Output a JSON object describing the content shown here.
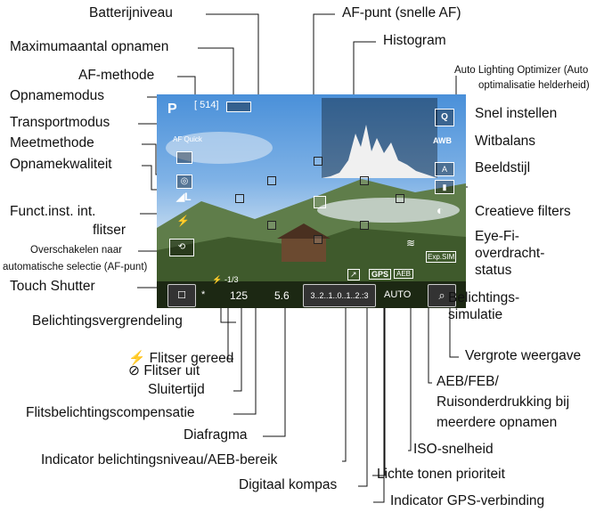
{
  "labels": {
    "batterijniveau": "Batterijniveau",
    "max_opnamen": "Maximumaantal opnamen",
    "af_methode": "AF-methode",
    "opnamemodus": "Opnamemodus",
    "transportmodus": "Transportmodus",
    "meetmethode": "Meetmethode",
    "opnamekwaliteit": "Opnamekwaliteit",
    "funct_inst_1": "Funct.inst. int.",
    "funct_inst_2": "flitser",
    "overschakelen_1": "Overschakelen naar",
    "overschakelen_2": "automatische selectie (AF-punt)",
    "touch_shutter": "Touch Shutter",
    "belichtingsvergrendeling": "Belichtingsvergrendeling",
    "flitser_gereed": "Flitser gereed",
    "flitser_uit": "Flitser uit",
    "sluitertijd": "Sluitertijd",
    "flitsbelichtingscompensatie": "Flitsbelichtingscompensatie",
    "diafragma": "Diafragma",
    "indicator_belichting": "Indicator belichtingsniveau/AEB-bereik",
    "digitaal_kompas": "Digitaal kompas",
    "af_punt": "AF-punt (snelle AF)",
    "histogram": "Histogram",
    "alo_1": "Auto Lighting Optimizer (Auto",
    "alo_2": "optimalisatie helderheid)",
    "snel_instellen": "Snel instellen",
    "witbalans": "Witbalans",
    "beeldstijl": "Beeldstijl",
    "creatieve_filters": "Creatieve filters",
    "eyefi_1": "Eye-Fi-",
    "eyefi_2": "overdracht-",
    "eyefi_3": "status",
    "belichtingssimulatie_1": "Belichtings-",
    "belichtingssimulatie_2": "simulatie",
    "vergrote_weergave": "Vergrote weergave",
    "aeb_1": "AEB/FEB/",
    "aeb_2": "Ruisonderdrukking bij",
    "aeb_3": "meerdere opnamen",
    "iso_snelheid": "ISO-snelheid",
    "lichte_tonen": "Lichte tonen prioriteit",
    "gps_verbinding": "Indicator GPS-verbinding"
  },
  "screen": {
    "mode": "P",
    "shots": "[ 514]",
    "af_method": "AF Quick",
    "shutter": "125",
    "aperture": "5.6",
    "flash_comp": "-1/3",
    "exposure_scale": "3..2..1..0..1..2.:3",
    "iso": "AUTO",
    "gps": "GPS",
    "aeb": "AEB",
    "exp_sim": "Exp.SIM",
    "q": "Q",
    "awb": "AWB",
    "style": "A",
    "lock": "*"
  },
  "icons": {
    "flash_ready": "lightning-bolt-icon",
    "flash_off": "flash-off-icon"
  },
  "colors": {
    "lines": "#111111",
    "screen_sky": "#4a90d9"
  }
}
